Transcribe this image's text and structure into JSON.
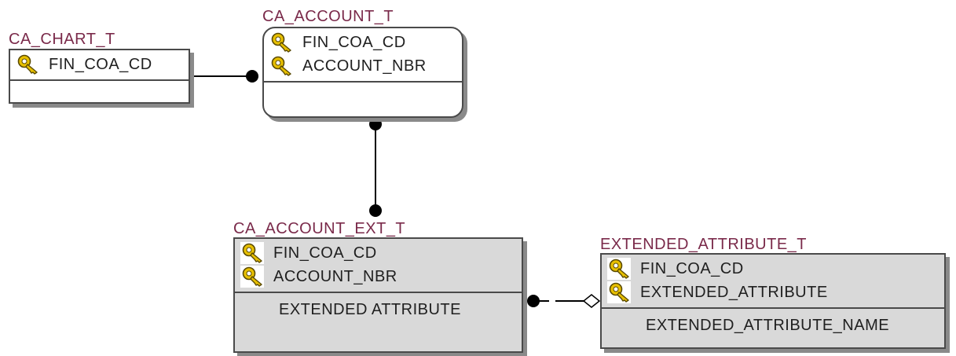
{
  "entities": {
    "ca_chart_t": {
      "title": "CA_CHART_T",
      "keys": [
        "FIN_COA_CD"
      ],
      "attributes": []
    },
    "ca_account_t": {
      "title": "CA_ACCOUNT_T",
      "keys": [
        "FIN_COA_CD",
        "ACCOUNT_NBR"
      ],
      "attributes": []
    },
    "ca_account_ext_t": {
      "title": "CA_ACCOUNT_EXT_T",
      "keys": [
        "FIN_COA_CD",
        "ACCOUNT_NBR"
      ],
      "attributes": [
        "EXTENDED ATTRIBUTE"
      ]
    },
    "extended_attribute_t": {
      "title": "EXTENDED_ATTRIBUTE_T",
      "keys": [
        "FIN_COA_CD",
        "EXTENDED_ATTRIBUTE"
      ],
      "attributes": [
        "EXTENDED_ATTRIBUTE_NAME"
      ]
    }
  },
  "icons": {
    "primary_key": "key-icon"
  },
  "colors": {
    "title": "#7a2a4a",
    "white_entity_fill": "#ffffff",
    "grey_entity_fill": "#d9d9d9",
    "key_icon": "#e8c000"
  }
}
